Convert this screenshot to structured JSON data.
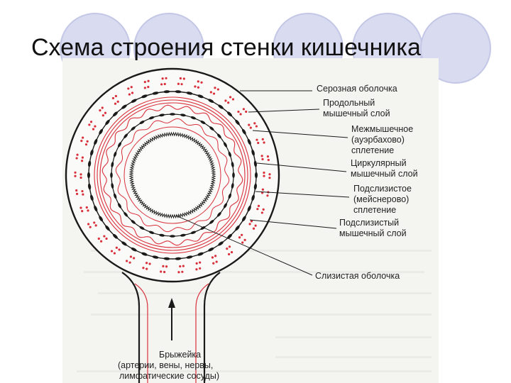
{
  "slide": {
    "title": "Схема строения стенки кишечника"
  },
  "diagram": {
    "labels": [
      {
        "id": "serosa",
        "lines": [
          "Серозная оболочка"
        ]
      },
      {
        "id": "longitudinal",
        "lines": [
          "Продольный",
          "мышечный слой"
        ]
      },
      {
        "id": "auerbach",
        "lines": [
          "Межмышечное",
          "(ауэрбахово)",
          "сплетение"
        ]
      },
      {
        "id": "circular",
        "lines": [
          "Циркулярный",
          "мышечный слой"
        ]
      },
      {
        "id": "meissner",
        "lines": [
          "Подслизистое",
          "(мейснерово)",
          "сплетение"
        ]
      },
      {
        "id": "submucosal",
        "lines": [
          "Подслизистый",
          "мышечный слой"
        ]
      },
      {
        "id": "mucosa",
        "lines": [
          "Слизистая оболочка"
        ]
      },
      {
        "id": "mesentery",
        "lines": [
          "Брыжейка",
          "(артерии, вены, нервы,",
          "лимфатические сосуды)"
        ]
      }
    ],
    "colors": {
      "outline": "#1a1a1a",
      "red": "#d9303c",
      "background": "#f4f4f1",
      "deco": "#d9dbf0"
    }
  }
}
